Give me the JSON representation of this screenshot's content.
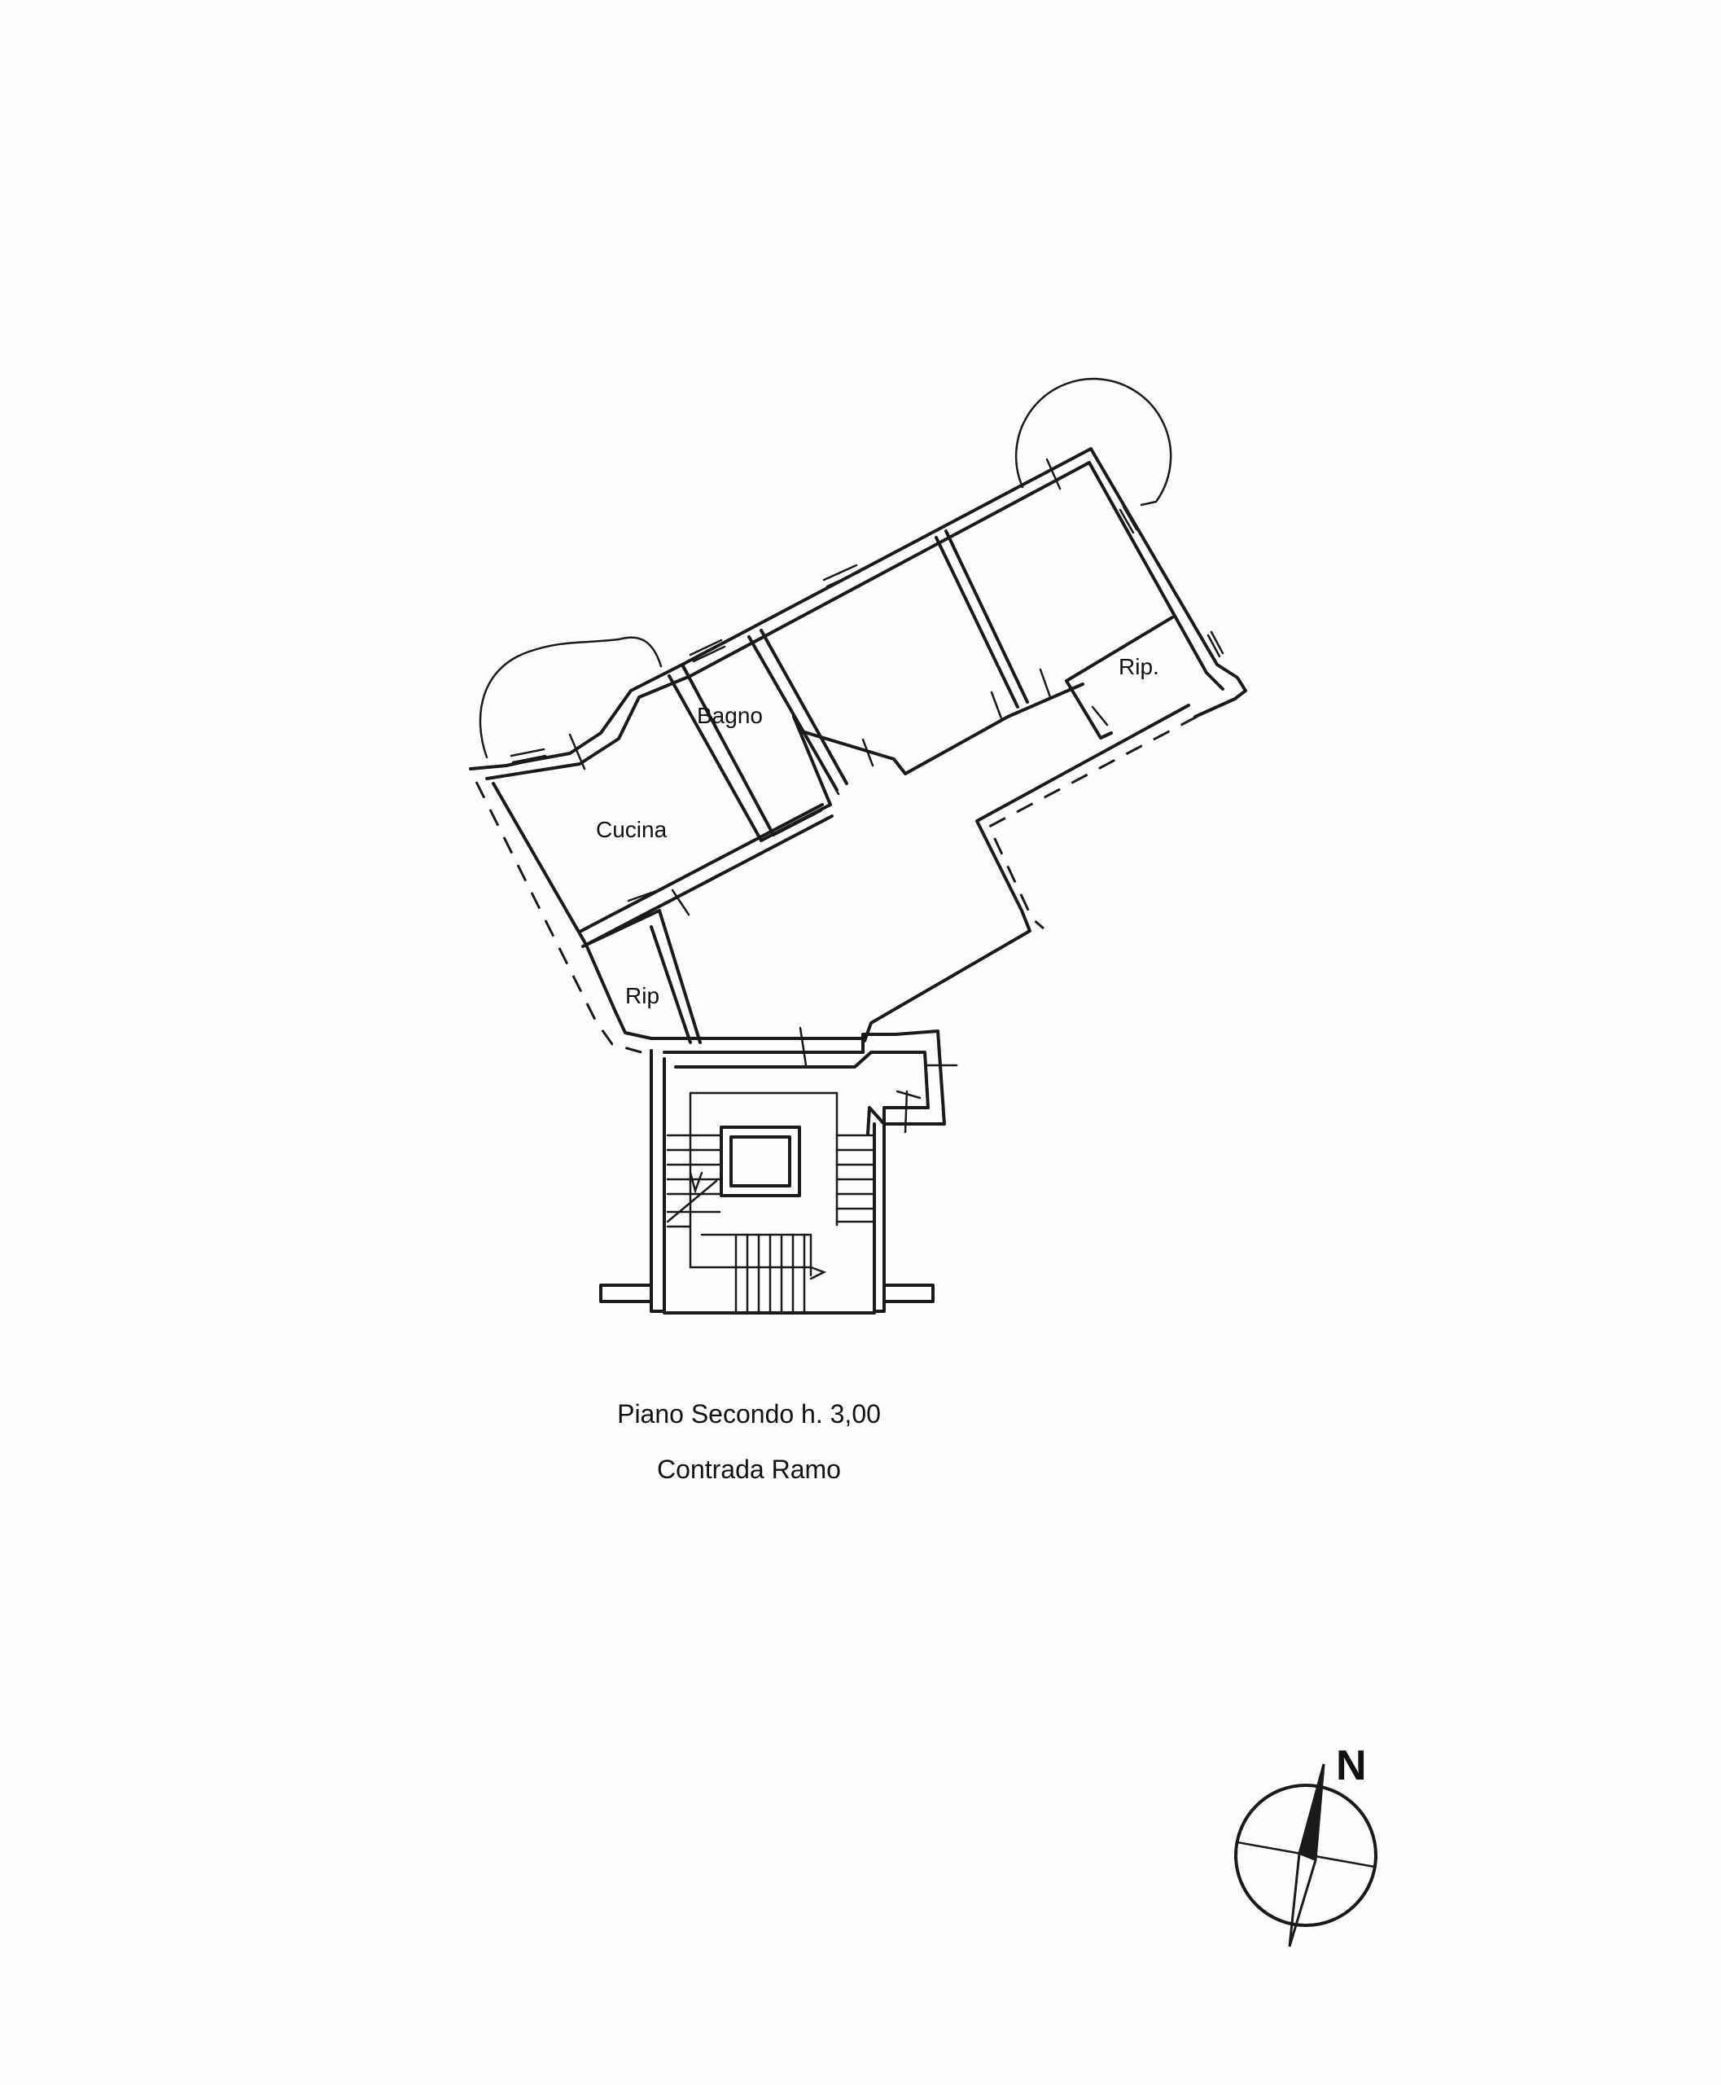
{
  "rooms": {
    "cucina": "Cucina",
    "bagno": "Bagno",
    "rip_small": "Rip",
    "rip_right": "Rip."
  },
  "captions": {
    "floor": "Piano Secondo h. 3,00",
    "location": "Contrada Ramo"
  },
  "compass": {
    "north_label": "N"
  }
}
